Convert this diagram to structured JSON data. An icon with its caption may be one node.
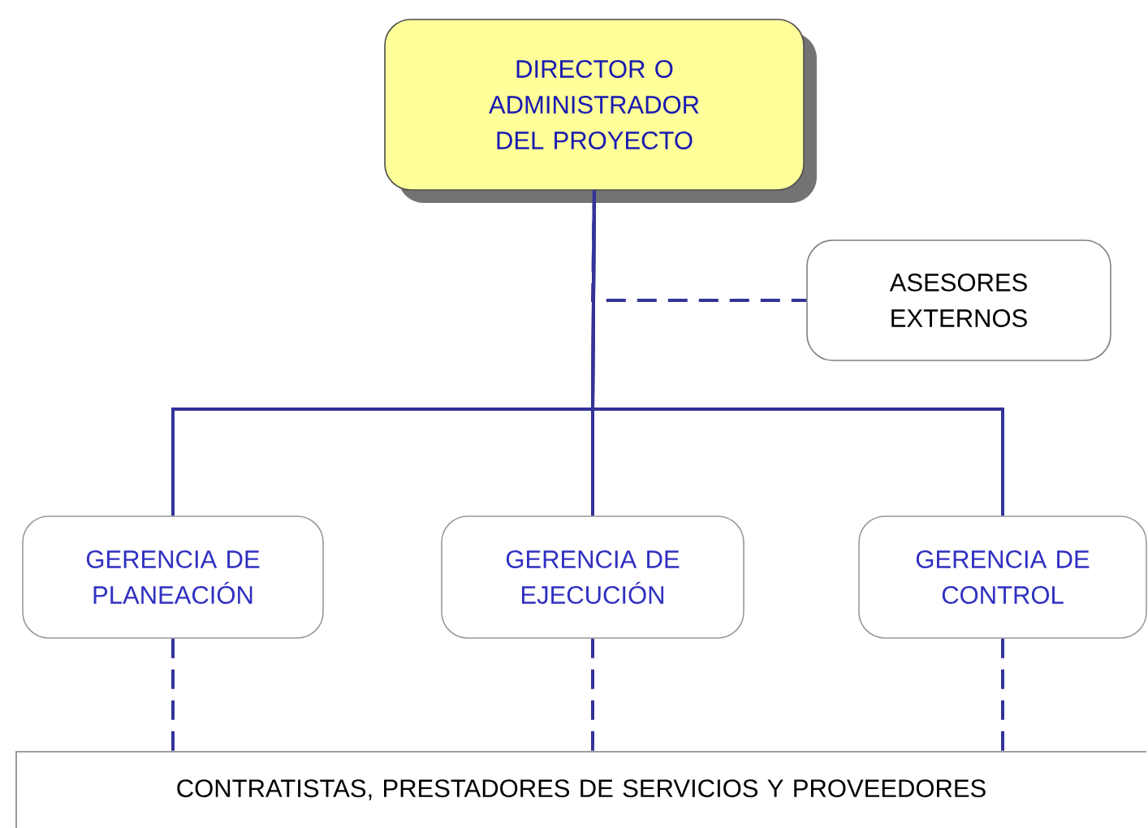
{
  "diagram": {
    "nodes": [
      {
        "text": [
          "DIRECTOR O ADMINISTRADOR DEL PROYECTO"
        ]
      },
      {
        "text": [
          "ASESORES EXTERNOS"
        ]
      },
      {
        "text": [
          "GERENCIA DE PLANEACIÓN"
        ]
      },
      {
        "text": [
          "GERENCIA DE EJECUCIÓN"
        ]
      },
      {
        "text": [
          "GERENCIA DE CONTROL"
        ]
      },
      {
        "text": [
          "CONTRATISTAS, PRESTADORES DE SERVICIOS Y PROVEEDORES"
        ]
      }
    ],
    "edges": [
      {
        "from": 0,
        "to": 1,
        "arrow": "none",
        "style": "dashed"
      },
      {
        "from": 0,
        "to": 2,
        "arrow": "none"
      },
      {
        "from": 0,
        "to": 3,
        "arrow": "none"
      },
      {
        "from": 0,
        "to": 4,
        "arrow": "none"
      },
      {
        "from": 2,
        "to": 5,
        "arrow": "none",
        "style": "dashed"
      },
      {
        "from": 3,
        "to": 5,
        "arrow": "none",
        "style": "dashed"
      },
      {
        "from": 4,
        "to": 5,
        "arrow": "none",
        "style": "dashed"
      }
    ]
  }
}
